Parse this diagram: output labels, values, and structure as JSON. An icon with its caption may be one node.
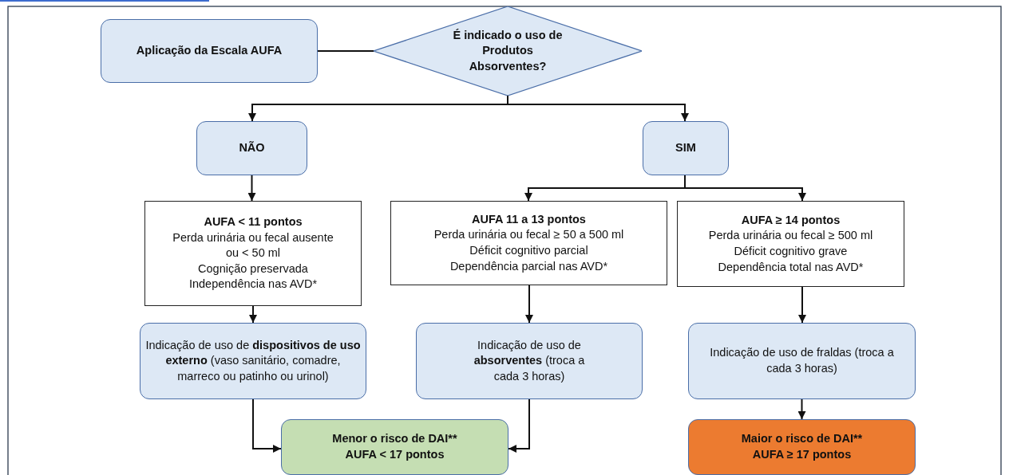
{
  "diagram": {
    "nodes": [
      {
        "text": [
          "Aplicação da Escala AUFA"
        ]
      },
      {
        "text": [
          "É indicado o uso de Produtos Absorventes?"
        ]
      },
      {
        "text": [
          "NÃO"
        ]
      },
      {
        "text": [
          "SIM"
        ]
      },
      {
        "text": [
          "AUFA < 11 pontos",
          "Perda urinária ou fecal ausente ou < 50 ml",
          "Cognição preservada",
          "Independência nas AVD*"
        ]
      },
      {
        "text": [
          "AUFA  11 a 13 pontos",
          "Perda urinária ou fecal ≥ 50 a 500 ml",
          "Déficit cognitivo parcial",
          "Dependência parcial nas AVD*"
        ]
      },
      {
        "text": [
          "AUFA  ≥ 14 pontos",
          "Perda urinária ou fecal ≥ 500 ml",
          "Déficit cognitivo grave",
          "Dependência total nas AVD*"
        ]
      },
      {
        "text": [
          "Indicação de uso de **dispositivos de uso externo** (vaso sanitário, comadre, marreco ou patinho ou urinol)"
        ]
      },
      {
        "text": [
          "Indicação de uso de **absorventes** (troca a cada 3 horas)"
        ]
      },
      {
        "text": [
          "Indicação de uso de fraldas (troca a cada 3 horas)"
        ]
      },
      {
        "text": [
          "Menor o risco de DAI**",
          "AUFA < 17 pontos"
        ]
      },
      {
        "text": [
          "Maior o risco de DAI**",
          "AUFA ≥ 17 pontos"
        ]
      }
    ],
    "edges": [
      {
        "from": 0,
        "to": 1,
        "arrow": "none"
      },
      {
        "from": 1,
        "to": 2,
        "arrow": "to"
      },
      {
        "from": 1,
        "to": 3,
        "arrow": "to"
      },
      {
        "from": 2,
        "to": 4,
        "arrow": "to"
      },
      {
        "from": 3,
        "to": 5,
        "arrow": "to"
      },
      {
        "from": 3,
        "to": 6,
        "arrow": "to"
      },
      {
        "from": 4,
        "to": 7,
        "arrow": "to"
      },
      {
        "from": 5,
        "to": 8,
        "arrow": "to"
      },
      {
        "from": 6,
        "to": 9,
        "arrow": "to"
      },
      {
        "from": 7,
        "to": 10,
        "arrow": "to"
      },
      {
        "from": 8,
        "to": 10,
        "arrow": "to"
      },
      {
        "from": 9,
        "to": 11,
        "arrow": "to"
      }
    ]
  }
}
